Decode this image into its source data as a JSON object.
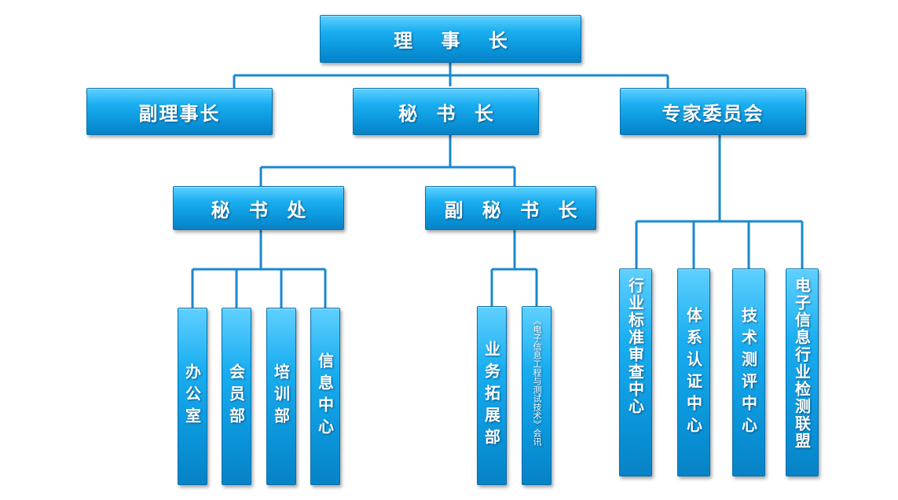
{
  "chairman": "理 事 长",
  "vice_chairman": "副理事长",
  "secretary_general": "秘 书 长",
  "expert_committee": "专家委员会",
  "secretariat": "秘 书 处",
  "deputy_secretary_general": "副 秘 书 长",
  "secretariat_units": [
    "办公室",
    "会员部",
    "培训部",
    "信息中心"
  ],
  "deputy_units": [
    "业务拓展部",
    "《电子信息工程与测试技术》会讯"
  ],
  "committee_units": [
    "行业标准审查中心",
    "体系认证中心",
    "技术测评中心",
    "电子信息行业检测联盟"
  ]
}
